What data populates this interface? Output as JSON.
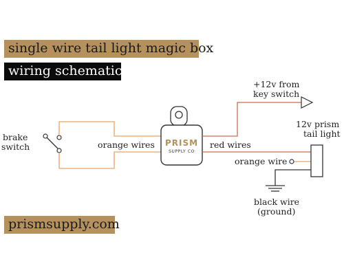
{
  "title": "single wire tail light magic box",
  "subtitle": "wiring schematic",
  "website": "prismsupply.com",
  "labels": {
    "brake_switch_line1": "brake",
    "brake_switch_line2": "switch",
    "orange_wires": "orange wires",
    "red_wires": "red wires",
    "key_switch_line1": "+12v from",
    "key_switch_line2": "key switch",
    "tail_light_line1": "12v prism",
    "tail_light_line2": "tail light",
    "orange_wire": "orange wire",
    "black_wire_line1": "black wire",
    "black_wire_line2": "(ground)"
  },
  "box_logo": {
    "line1": "PRISM",
    "line2": "SUPPLY CO"
  },
  "colors": {
    "orange_wire": "#e3a56b",
    "red_wire": "#cf6a4f",
    "black_wire": "#333333",
    "brand_tan": "#b4915d"
  }
}
